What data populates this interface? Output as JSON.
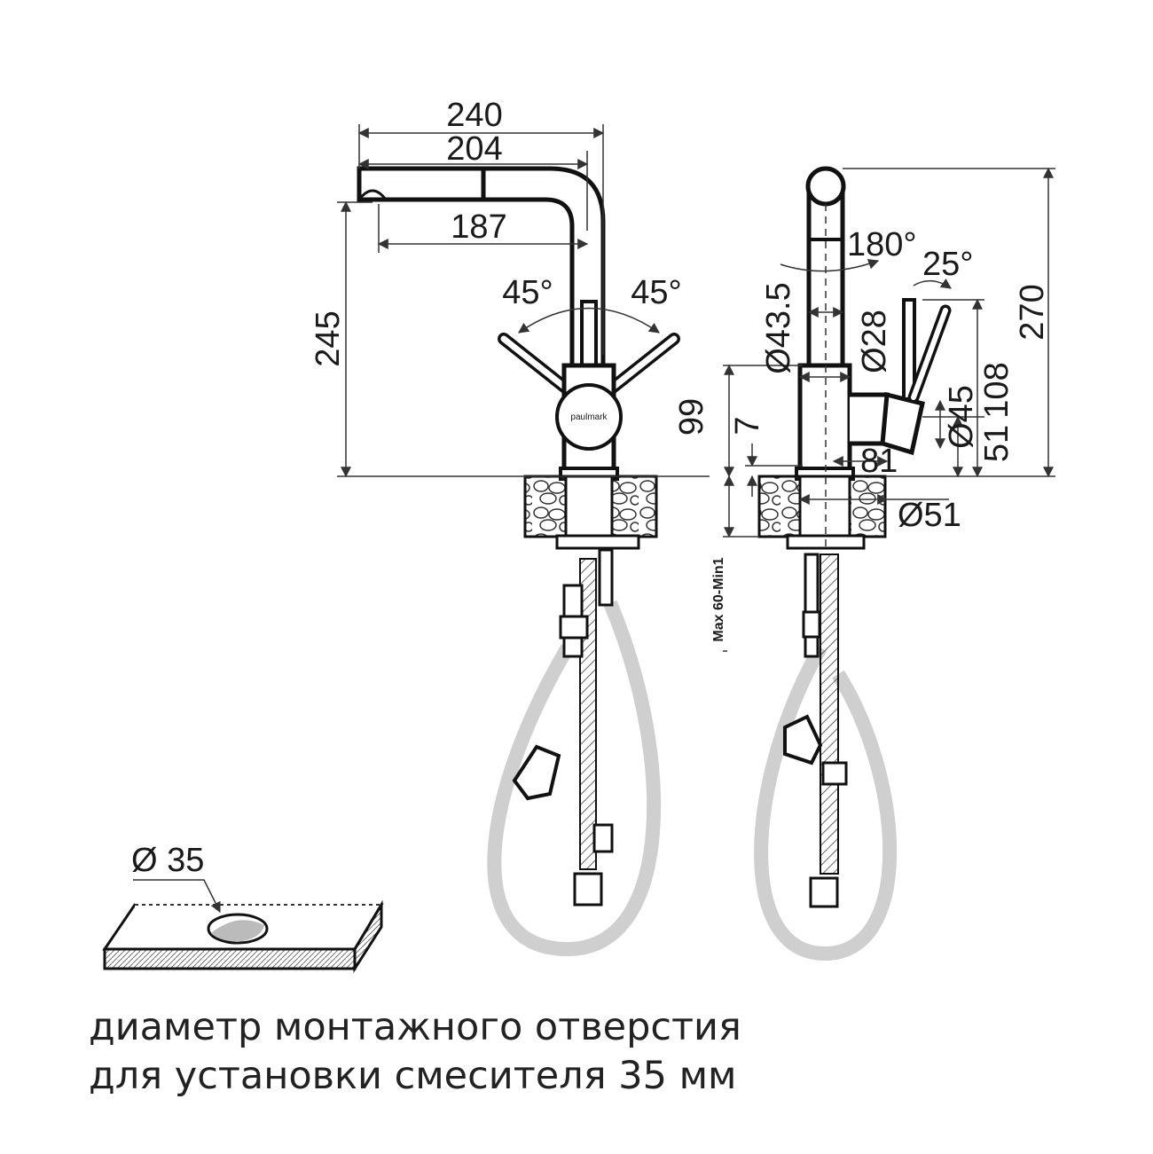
{
  "brand": "paulmark",
  "dimensions": {
    "width_240": "240",
    "width_204": "204",
    "reach_187": "187",
    "height_245": "245",
    "height_270": "270",
    "height_99": "99",
    "offset_7": "7",
    "diam_43_5": "Ø43.5",
    "diam_28": "Ø28",
    "diam_45": "Ø45",
    "diam_51": "Ø51",
    "h_108": "108",
    "h_51": "51",
    "h_81": "81",
    "deck_thickness": "Max 60-Min1",
    "hole_diameter": "Ø 35"
  },
  "angles": {
    "lever_left": "45°",
    "lever_right": "45°",
    "swivel": "180°",
    "lever_tilt": "25°"
  },
  "caption": {
    "line1": "диаметр монтажного отверстия",
    "line2": "для установки смесителя 35 мм"
  }
}
